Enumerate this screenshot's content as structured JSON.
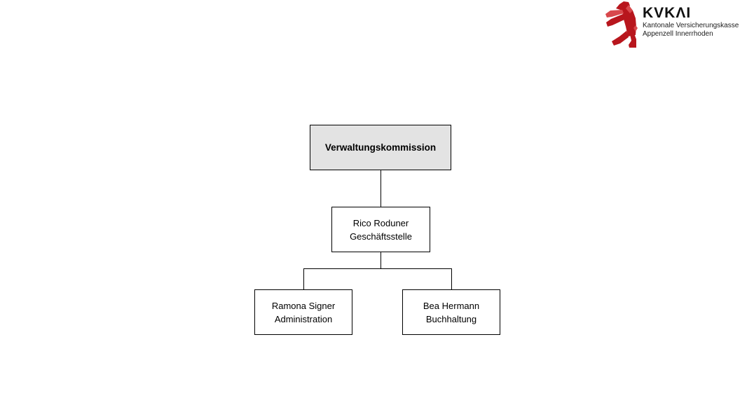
{
  "logo": {
    "brand": "KVKΛI",
    "caption_line1": "Kantonale Versicherungskasse",
    "caption_line2": "Appenzell Innerrhoden",
    "bear_icon_color": "#b8161d",
    "bear_icon_highlight": "#d8484c"
  },
  "org_chart": {
    "root": {
      "title": "Verwaltungskommission",
      "fill": "#e3e3e3"
    },
    "manager": {
      "name": "Rico Roduner",
      "role": "Geschäftsstelle"
    },
    "staff": [
      {
        "name": "Ramona Signer",
        "role": "Administration"
      },
      {
        "name": "Bea Hermann",
        "role": "Buchhaltung"
      }
    ]
  }
}
